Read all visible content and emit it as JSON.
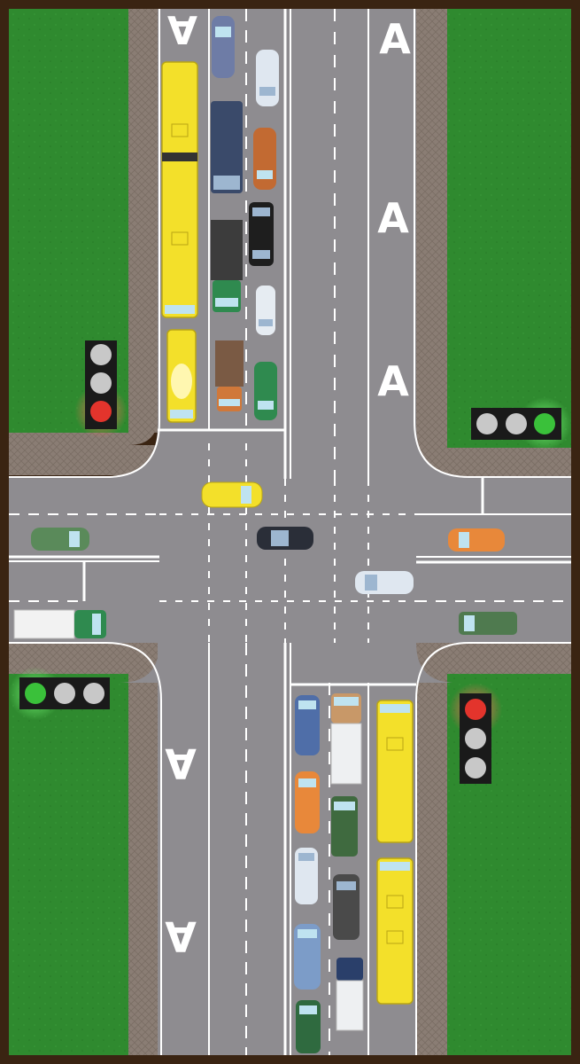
{
  "scene": {
    "type": "intersection-top-down"
  },
  "lane_markings": {
    "north_road_bus_lane_letter": "A",
    "south_road_bus_lane_letter": "A"
  },
  "traffic_lights": {
    "north_west_signal_state": "red",
    "east_signal_state": "green",
    "south_west_signal_state": "green",
    "south_east_signal_state": "red"
  },
  "colors": {
    "grass": "#2f8a2f",
    "asphalt": "#8e8c90",
    "sidewalk": "#8a7d74",
    "frame": "#3a2412",
    "marking": "#ffffff",
    "bus": "#f3e02a",
    "signal_red": "#e3342c",
    "signal_green": "#3ac13a",
    "signal_off": "#c8c8c8"
  },
  "vehicles": {
    "north_queue": [
      "bus",
      "bus",
      "bus",
      "truck",
      "truck",
      "truck",
      "car",
      "car",
      "car",
      "car",
      "car",
      "car",
      "car"
    ],
    "south_queue": [
      "car",
      "car",
      "car",
      "car",
      "truck",
      "truck",
      "car",
      "car",
      "car",
      "bus",
      "bus"
    ],
    "in_intersection": [
      "yellow-car",
      "dark-car",
      "white-car",
      "green-car",
      "orange-car",
      "white-truck",
      "green-truck"
    ]
  }
}
